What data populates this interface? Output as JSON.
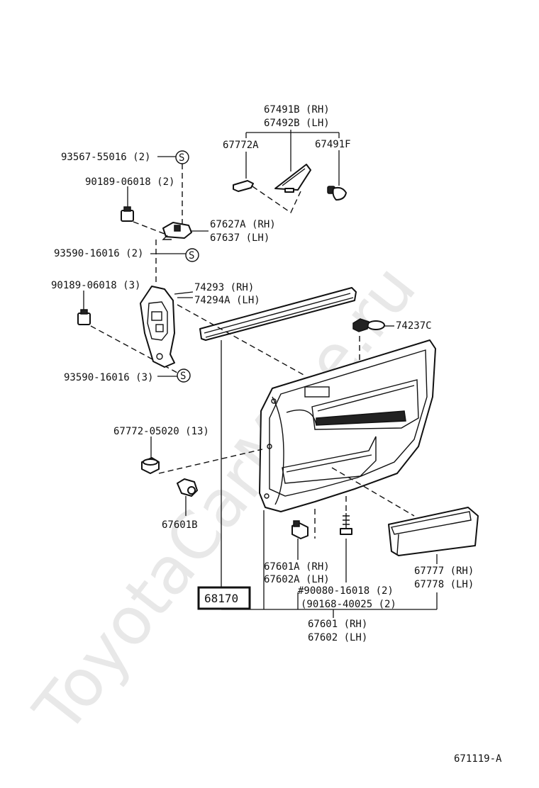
{
  "watermark": "ToyotaCarMine.ru",
  "diagram_code": "671119-A",
  "main_part_number": "68170",
  "symbol_s": "S",
  "labels": {
    "p67491b_rh": "67491B (RH)",
    "p67492b_lh": "67492B (LH)",
    "p67772a": "67772A",
    "p67491f": "67491F",
    "p93567": "93567-55016 (2)",
    "p90189_2": "90189-06018 (2)",
    "p67627a_rh": "67627A (RH)",
    "p67637_lh": "67637  (LH)",
    "p93590_2": "93590-16016 (2)",
    "p90189_3": "90189-06018 (3)",
    "p74293_rh": "74293  (RH)",
    "p74294a_lh": "74294A (LH)",
    "p74237c": "74237C",
    "p93590_3": "93590-16016 (3)",
    "p67772_05020": "67772-05020 (13)",
    "p67601b": "67601B",
    "p67601a_rh": "67601A (RH)",
    "p67602a_lh": "67602A (LH)",
    "p90080": "#90080-16018 (2)",
    "p90168": "(90168-40025 (2)",
    "p67777_rh": "67777 (RH)",
    "p67778_lh": "67778 (LH)",
    "p67601_rh": "67601 (RH)",
    "p67602_lh": "67602 (LH)"
  }
}
